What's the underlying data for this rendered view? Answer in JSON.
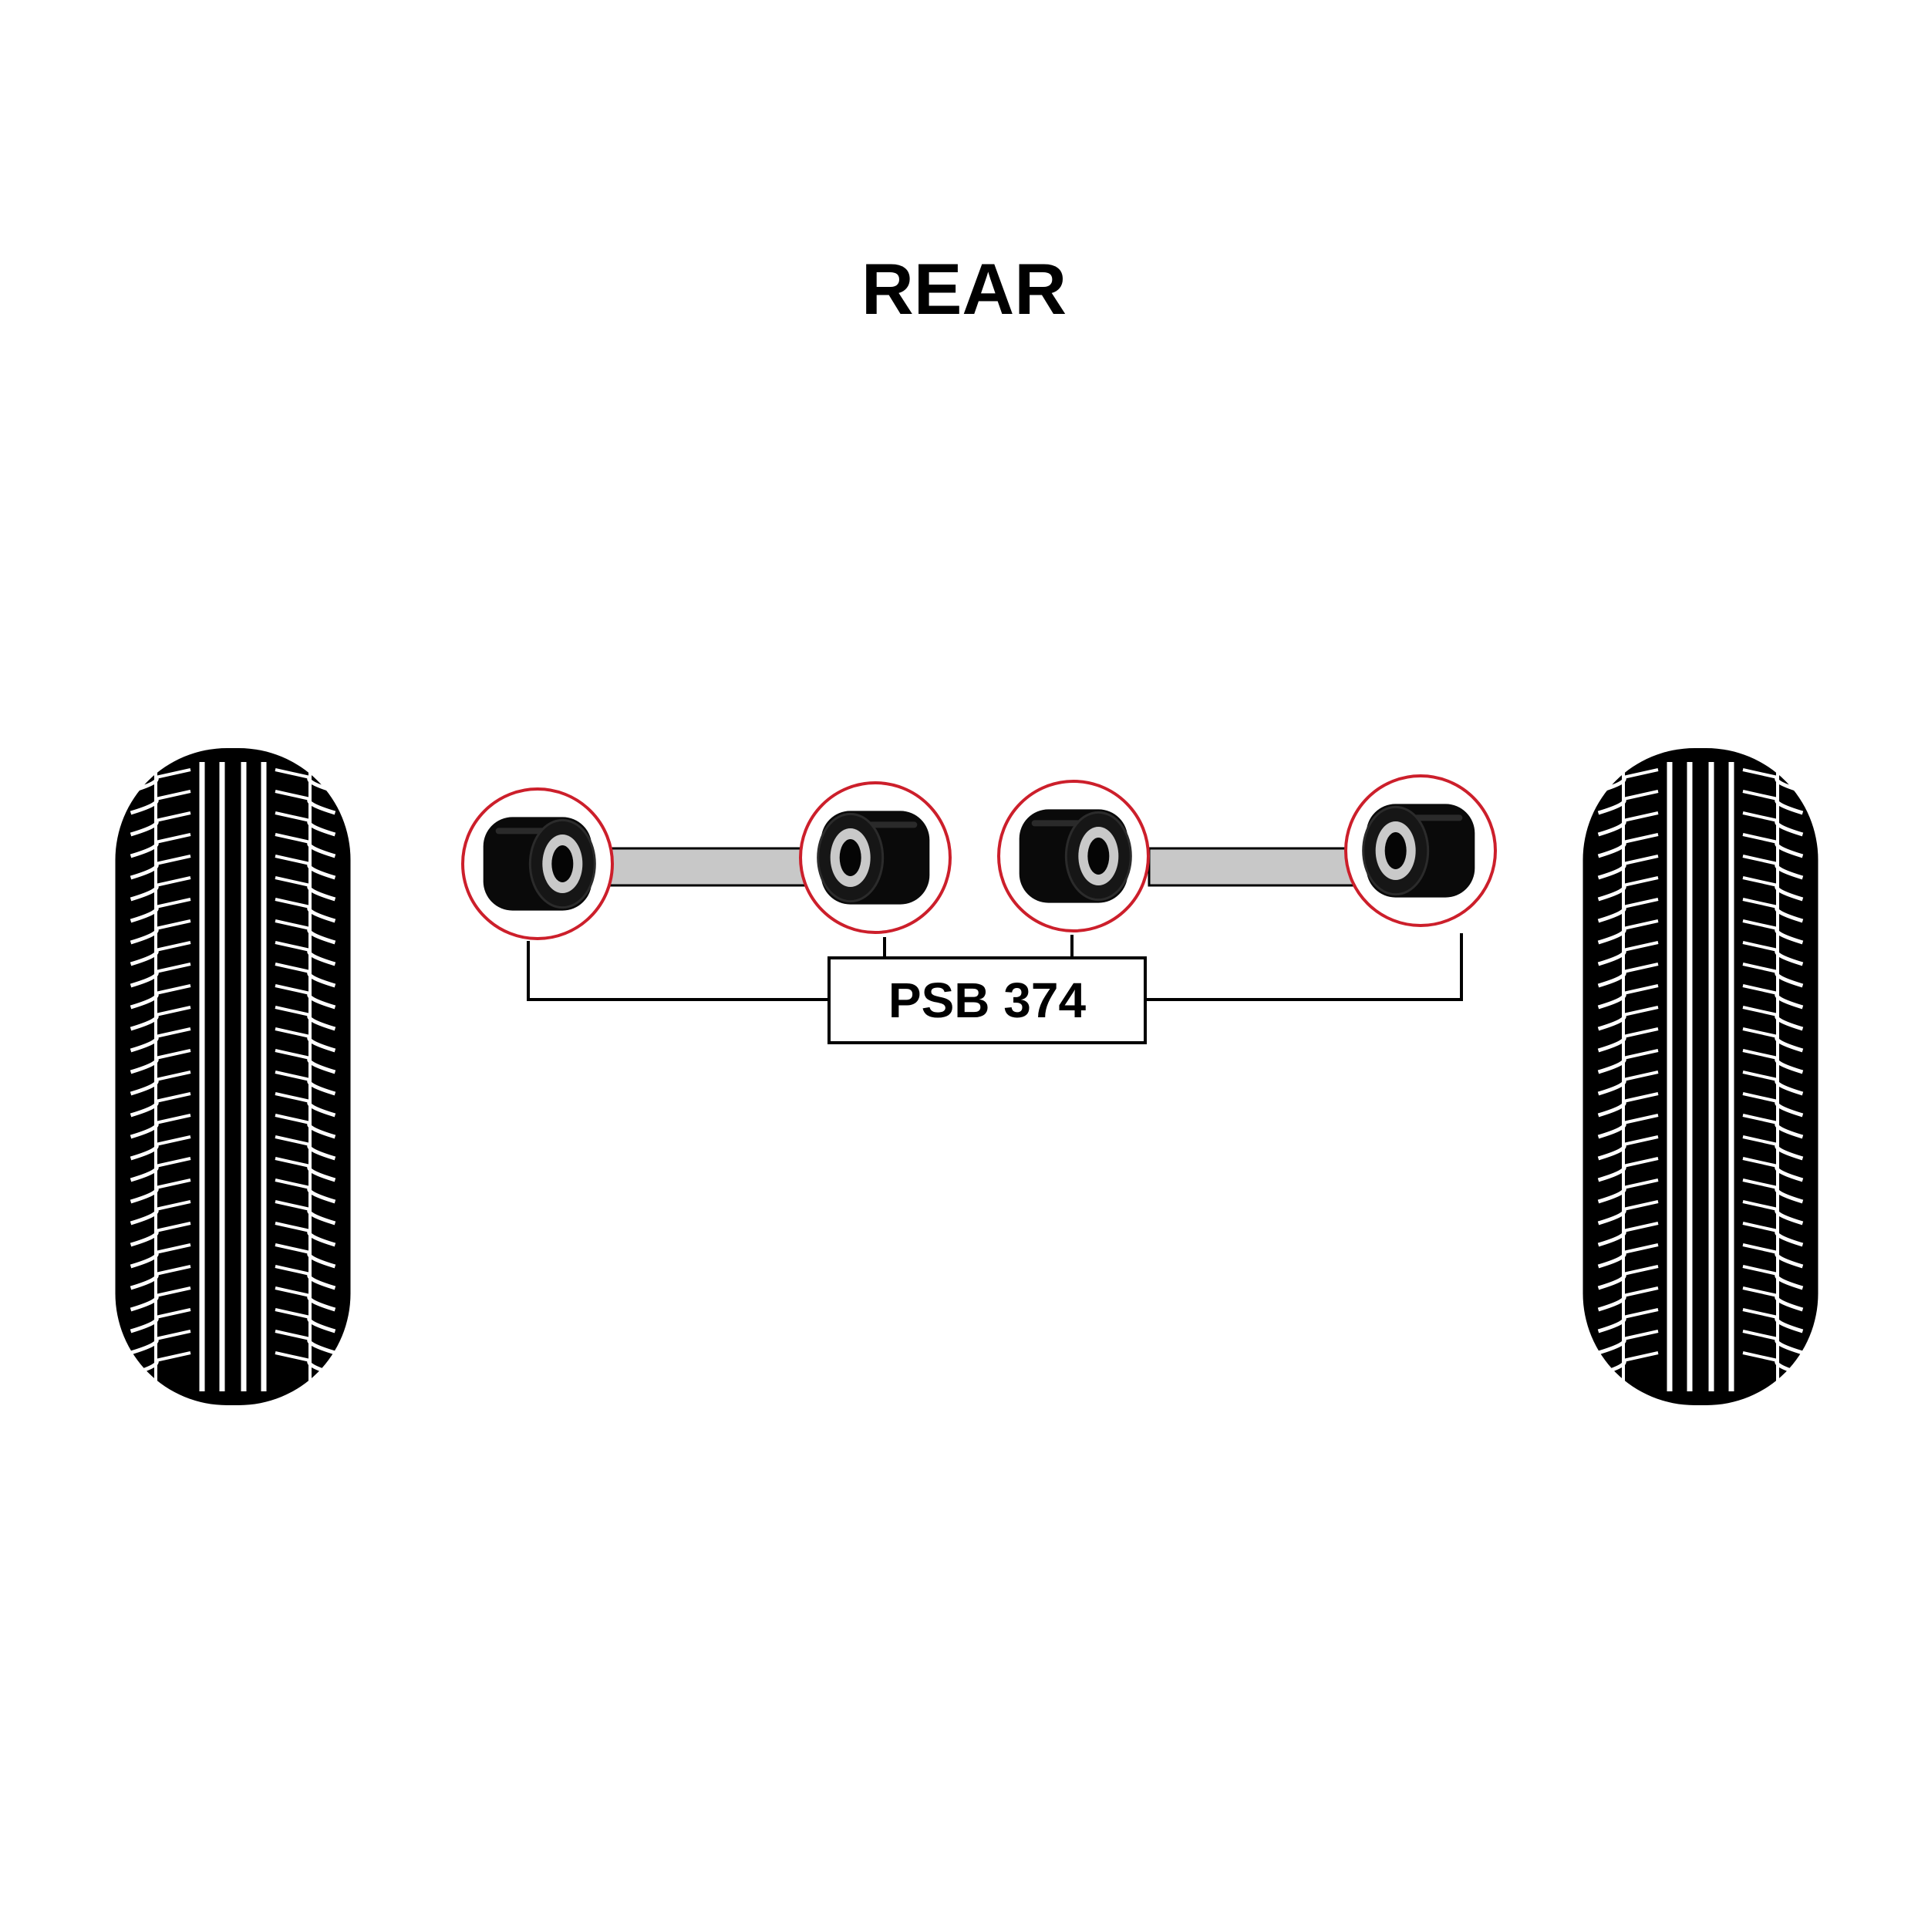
{
  "diagram": {
    "title": "REAR",
    "part_number": "PSB 374",
    "colors": {
      "tyre": "#000000",
      "tread_line": "#ffffff",
      "bar": "#c8c8c8",
      "highlight_ring": "#cc1f2b",
      "bush": "#0a0a0a",
      "sleeve": "#c9c9c9",
      "leader_line": "#000000"
    },
    "icons": [
      "tyre-icon",
      "bush-icon",
      "link-bar-icon"
    ],
    "bush_count": 4,
    "tyre_count": 2
  }
}
